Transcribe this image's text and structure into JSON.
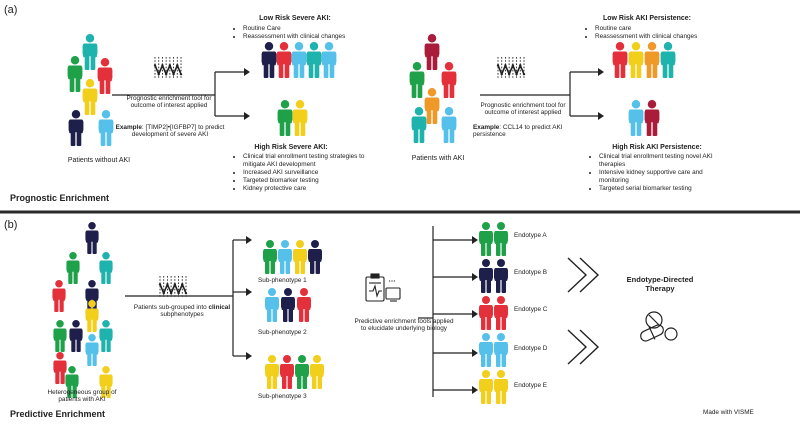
{
  "panels": {
    "a": "(a)",
    "b": "(b)"
  },
  "colors": {
    "navy": "#1e1f4b",
    "red": "#e3303b",
    "teal": "#1eb3ac",
    "green": "#1ea149",
    "yellow": "#f2cf1a",
    "lightblue": "#55c0ea",
    "orange": "#ee9928",
    "maroon": "#a91d3a",
    "line": "#222222"
  },
  "a_left": {
    "group_label": "Patients without AKI",
    "tool_text": "Prognostic enrichment tool for outcome of interest applied",
    "example_bold": "Example",
    "example_text": ": [TIMP2]•[IGFBP7] to predict development of severe AKI",
    "low_title": "Low Risk Severe AKI:",
    "low_items": [
      "Routine Care",
      "Reassessment with clinical changes"
    ],
    "high_title": "High Risk Severe AKI:",
    "high_items": [
      "Clinical trial enrollment testing strategies to mitigate AKI development",
      "Increased AKI surveillance",
      "Targeted biomarker testing",
      "Kidney protective care"
    ]
  },
  "a_right": {
    "group_label": "Patients with AKI",
    "tool_text": "Prognostic enrichment tool for outcome of interest applied",
    "example_bold": "Example",
    "example_text": ": CCL14 to predict AKI persistence",
    "low_title": "Low Risk AKI Persistence:",
    "low_items": [
      "Routine care",
      "Reassessment with clinical changes"
    ],
    "high_title": "High Risk AKI Persistence:",
    "high_items": [
      "Clinical trial enrollment testing novel AKI therapies",
      "Intensive kidney supportive care and monitoring",
      "Targeted serial biomarker testing"
    ]
  },
  "section_a_title": "Prognostic Enrichment",
  "b": {
    "group_label": "Heterogeneous group of patients with AKI",
    "grouping_pre": "Patients sub-grouped into ",
    "grouping_bold": "clinical",
    "grouping_post": " subphenotypes",
    "subphenotypes": [
      "Sub-phenotype 1",
      "Sub-phenotype 2",
      "Sub-phenotype 3"
    ],
    "predictive_text": "Predictive enrichment tools applied to elucidate underlying biology",
    "endotypes": [
      "Endotype A",
      "Endotype B",
      "Endotype C",
      "Endotype D",
      "Endotype E"
    ],
    "therapy_title": "Endotype-Directed Therapy"
  },
  "section_b_title": "Predictive Enrichment",
  "footer": "Made with VISME",
  "icons": [
    "person-icon",
    "algorithm-icon",
    "clipboard-icon",
    "pills-icon",
    "chevron-right-icon"
  ]
}
